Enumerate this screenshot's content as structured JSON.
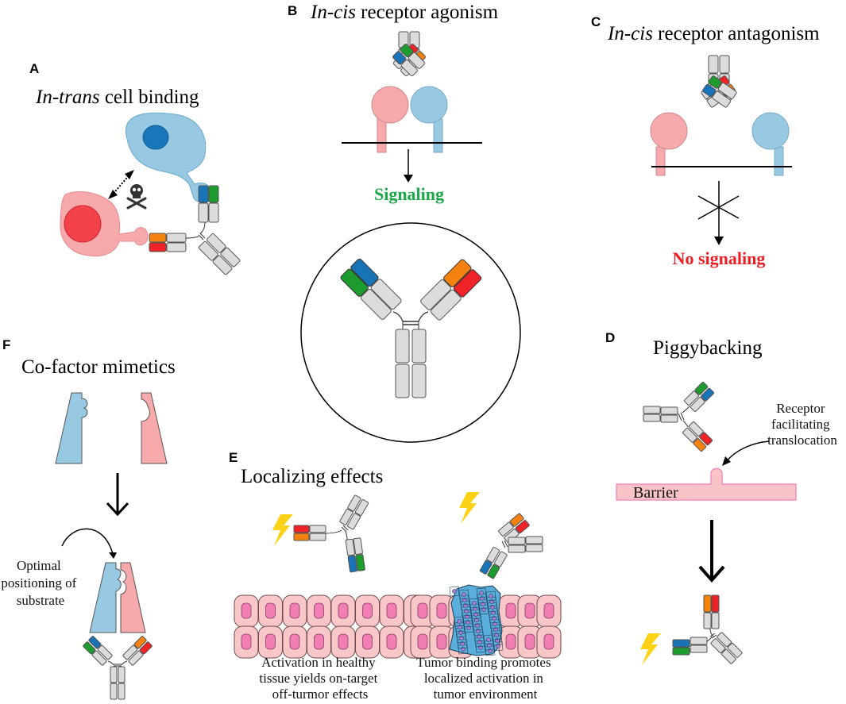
{
  "colors": {
    "blue_cell": "#98c9e3",
    "blue_nucleus": "#1777b8",
    "red_cell": "#f8a9ab",
    "red_nucleus": "#f3424a",
    "domain_blue": "#1874b6",
    "domain_green": "#1e9b2e",
    "domain_orange": "#f5820f",
    "domain_red": "#ee2227",
    "domain_gray": "#dcdcdc",
    "signaling_green": "#1aa84a",
    "no_signaling_red": "#ee1c24",
    "lightning": "#fcd116",
    "tissue_cell": "#f9c7c7",
    "tissue_nucleus": "#f27fb3",
    "tumor": "#5aaedb",
    "tumor_nucleus": "#a67ad8",
    "barrier": "#f9c4c7",
    "barrier_border": "#f290bd"
  },
  "panels": {
    "a": {
      "letter": "A",
      "title_italic": "In-trans",
      "title_rest": " cell binding",
      "icons": [
        "skull-crossbones-icon",
        "double-arrow-dotted"
      ]
    },
    "b": {
      "letter": "B",
      "title_italic": "In-cis",
      "title_rest": " receptor agonism",
      "result": "Signaling"
    },
    "c": {
      "letter": "C",
      "title_italic": "In-cis",
      "title_rest": " receptor antagonism",
      "result": "No signaling"
    },
    "d": {
      "letter": "D",
      "title": "Piggybacking",
      "annotation": [
        "Receptor",
        "facilitating",
        "translocation"
      ],
      "barrier_label": "Barrier"
    },
    "e": {
      "letter": "E",
      "title": "Localizing effects",
      "caption_left": [
        "Activation in healthy",
        "tissue yields on-target",
        "off-turmor effects"
      ],
      "caption_right": [
        "Tumor binding promotes",
        "localized activation in",
        "tumor environment"
      ]
    },
    "f": {
      "letter": "F",
      "title": "Co-factor mimetics",
      "annotation": [
        "Optimal",
        "positioning of",
        "substrate"
      ]
    }
  }
}
